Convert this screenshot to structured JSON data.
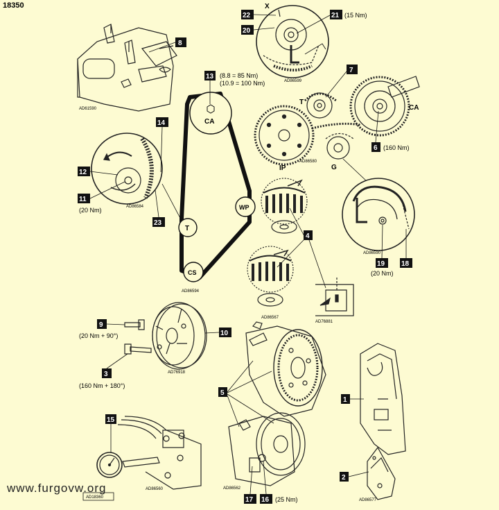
{
  "header": {
    "doc_number": "18350"
  },
  "watermark": {
    "text": "www.furgovw.org"
  },
  "callouts": {
    "c1": "1",
    "c2": "2",
    "c3": "3",
    "c4": "4",
    "c5": "5",
    "c6": "6",
    "c7": "7",
    "c8": "8",
    "c9": "9",
    "c10": "10",
    "c11": "11",
    "c12": "12",
    "c13": "13",
    "c14": "14",
    "c15": "15",
    "c16": "16",
    "c17": "17",
    "c18": "18",
    "c19": "19",
    "c20": "20",
    "c21": "21",
    "c22": "22",
    "c23": "23"
  },
  "torques": {
    "t21": "(15 Nm)",
    "t13a": "(8.8 = 85 Nm)",
    "t13b": "(10.9 = 100 Nm)",
    "t6": "(160 Nm)",
    "t11": "(20 Nm)",
    "t19": "(20 Nm)",
    "t9": "(20 Nm + 90°)",
    "t3": "(160 Nm + 180°)",
    "t16": "(25 Nm)"
  },
  "pulleys": {
    "ca": "CA",
    "t": "T",
    "wp": "WP",
    "cs": "CS"
  },
  "labels": {
    "x": "X",
    "ca2": "CA",
    "t2": "T",
    "ip": "IP",
    "g": "G"
  },
  "codes": {
    "k1": "AD61590",
    "k2": "AD86599",
    "k3": "AD86580",
    "k4": "AD86584",
    "k5": "AD86594",
    "k6": "AD86590",
    "k7": "AD86567",
    "k8": "AD76881",
    "k9": "AD76918",
    "k10": "AD86562",
    "k11": "AD86560",
    "k12": "AD18360",
    "k13": "AD86577"
  }
}
